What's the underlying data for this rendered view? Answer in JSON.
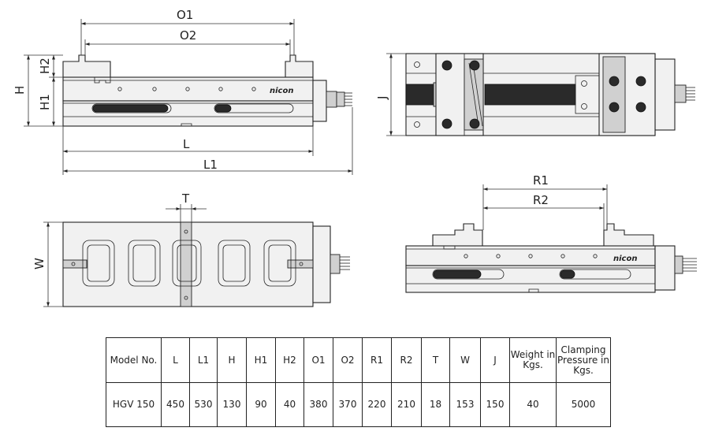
{
  "dimensions": {
    "O1": "O1",
    "O2": "O2",
    "H": "H",
    "H1": "H1",
    "H2": "H2",
    "L": "L",
    "L1": "L1",
    "J": "J",
    "T": "T",
    "W": "W",
    "R1": "R1",
    "R2": "R2"
  },
  "brand": "nicon",
  "table": {
    "headers": [
      "Model No.",
      "L",
      "L1",
      "H",
      "H1",
      "H2",
      "O1",
      "O2",
      "R1",
      "R2",
      "T",
      "W",
      "J",
      "Weight in Kgs.",
      "Clamping Pressure in Kgs."
    ],
    "rows": [
      [
        "HGV 150",
        "450",
        "530",
        "130",
        "90",
        "40",
        "380",
        "370",
        "220",
        "210",
        "18",
        "153",
        "150",
        "40",
        "5000"
      ]
    ]
  }
}
